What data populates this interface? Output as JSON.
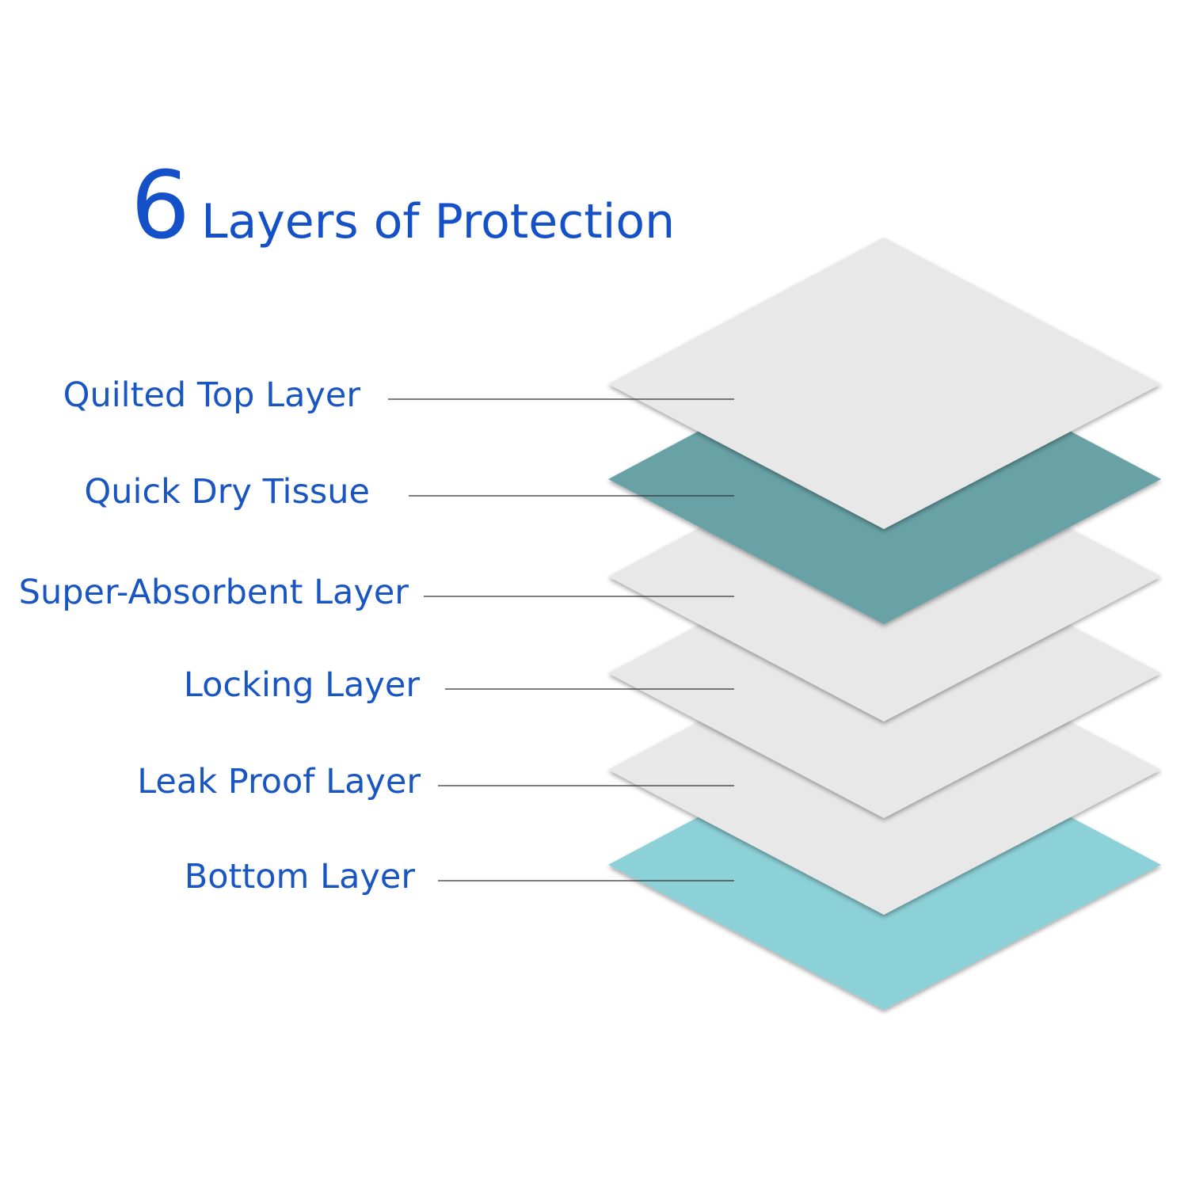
{
  "title": {
    "number": "6",
    "text": "Layers of Protection",
    "color": "#1450c8"
  },
  "layers": [
    {
      "label": "Quilted Top Layer",
      "color": "#e8e8e8"
    },
    {
      "label": "Quick Dry Tissue",
      "color": "#68a2a6"
    },
    {
      "label": "Super-Absorbent Layer",
      "color": "#e8e8e8"
    },
    {
      "label": "Locking Layer",
      "color": "#e8e8e8"
    },
    {
      "label": "Leak Proof Layer",
      "color": "#e8e8e8"
    },
    {
      "label": "Bottom Layer",
      "color": "#8dd1d8"
    }
  ],
  "label_color": "#1a56c2",
  "leader_color": "#333333"
}
